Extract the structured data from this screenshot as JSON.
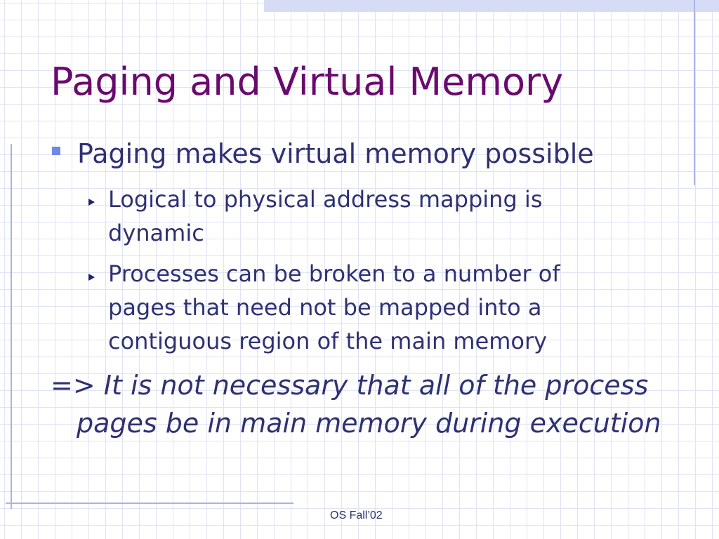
{
  "slide": {
    "title": "Paging and Virtual Memory",
    "bullets": [
      {
        "text": "Paging makes virtual memory possible",
        "subbullets": [
          "Logical to physical address mapping is dynamic",
          "Processes can be broken to a number of pages that need not be mapped into a contiguous region of the main memory"
        ]
      }
    ],
    "conclusion": {
      "prefix": "=> ",
      "emphasis": "It is not necessary that all of the process pages be in main memory during execution"
    },
    "footer": "OS Fall’02"
  },
  "colors": {
    "title": "#6a0a6e",
    "body_text": "#2f3172",
    "bullet_square": "#6f89e3",
    "accent_line": "#a9b3e6",
    "top_bar": "#d7dcf6",
    "grid": "#dfe3f3"
  },
  "icons": {
    "level1_bullet": "square-bullet-icon",
    "level2_bullet": "arrow-bullet-icon"
  }
}
